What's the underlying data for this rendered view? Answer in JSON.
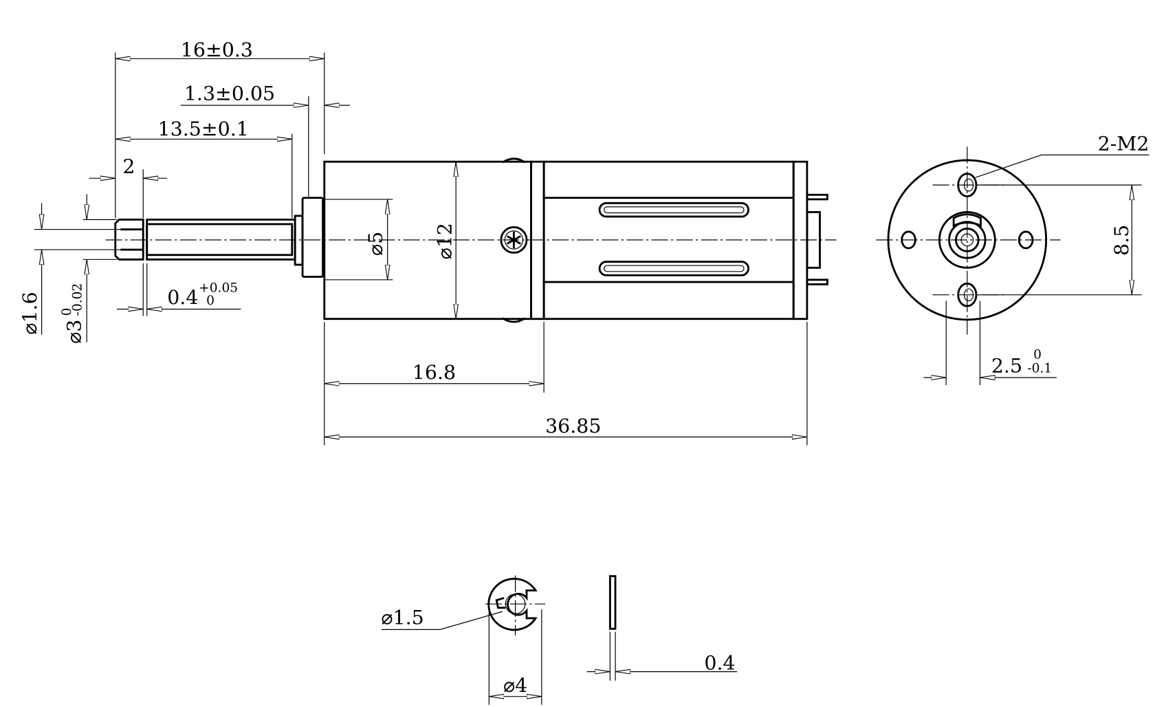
{
  "title": "Gear motor dimension drawing",
  "dimensions": {
    "shaft_length": "16±0.3",
    "flange_thickness": "1.3±0.05",
    "shaft_exposed": "13.5±0.1",
    "thread_length": "2",
    "groove_width": "0.4",
    "groove_tol_upper": "+0.05",
    "groove_tol_lower": "0",
    "thread_dia": "⌀1.6",
    "shaft_dia": "⌀3",
    "shaft_tol_upper": "0",
    "shaft_tol_lower": "-0.02",
    "flange_dia": "⌀5",
    "body_dia": "⌀12",
    "gearbox_length": "16.8",
    "total_length": "36.85",
    "hole_spacing": "8.5",
    "flat_dim": "2.5",
    "flat_tol_upper": "0",
    "flat_tol_lower": "-0.1",
    "mount_holes": "2-M2",
    "clip_inner": "⌀1.5",
    "clip_outer": "⌀4",
    "clip_thickness": "0.4"
  }
}
